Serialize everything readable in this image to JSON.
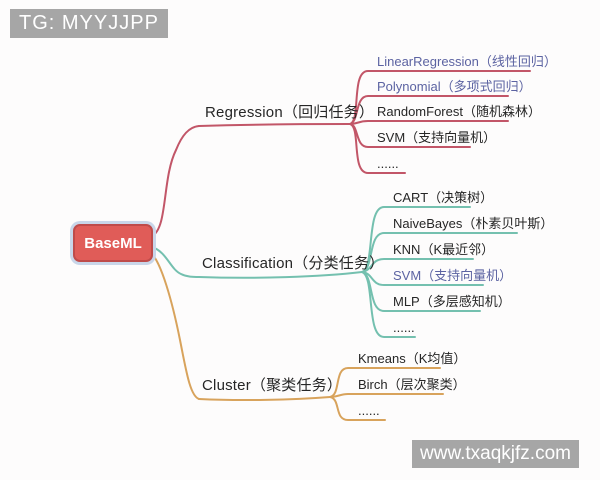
{
  "watermarks": {
    "top_left": "TG: MYYJJPP",
    "bottom_right": "www.txaqkjfz.com"
  },
  "root": {
    "label": "BaseML"
  },
  "branches": [
    {
      "label": "Regression（回归任务）",
      "color": "#c25668",
      "children": [
        {
          "label": "LinearRegression（线性回归）",
          "highlighted": true
        },
        {
          "label": "Polynomial（多项式回归）",
          "highlighted": true
        },
        {
          "label": "RandomForest（随机森林）",
          "highlighted": false
        },
        {
          "label": "SVM（支持向量机）",
          "highlighted": false
        },
        {
          "label": "......",
          "highlighted": false
        }
      ]
    },
    {
      "label": "Classification（分类任务）",
      "color": "#74c0af",
      "children": [
        {
          "label": "CART（决策树）",
          "highlighted": false
        },
        {
          "label": "NaiveBayes（朴素贝叶斯）",
          "highlighted": false
        },
        {
          "label": "KNN（K最近邻）",
          "highlighted": false
        },
        {
          "label": "SVM（支持向量机）",
          "highlighted": true
        },
        {
          "label": "MLP（多层感知机）",
          "highlighted": false
        },
        {
          "label": "......",
          "highlighted": false
        }
      ]
    },
    {
      "label": "Cluster（聚类任务）",
      "color": "#d8a35c",
      "children": [
        {
          "label": "Kmeans（K均值）",
          "highlighted": false
        },
        {
          "label": "Birch（层次聚类）",
          "highlighted": false
        },
        {
          "label": "......",
          "highlighted": false
        }
      ]
    }
  ],
  "colors": {
    "regression_branch": "#c25668",
    "classification_branch": "#74c0af",
    "cluster_branch": "#d8a35c",
    "highlight_text": "#5c63a2",
    "node_text": "#262626",
    "root_fill": "#e05c58",
    "root_border": "#bf4b4a",
    "root_glow": "#c9d6e9",
    "watermark_bg": "#a6a6a6",
    "watermark_text": "#ffffff"
  }
}
